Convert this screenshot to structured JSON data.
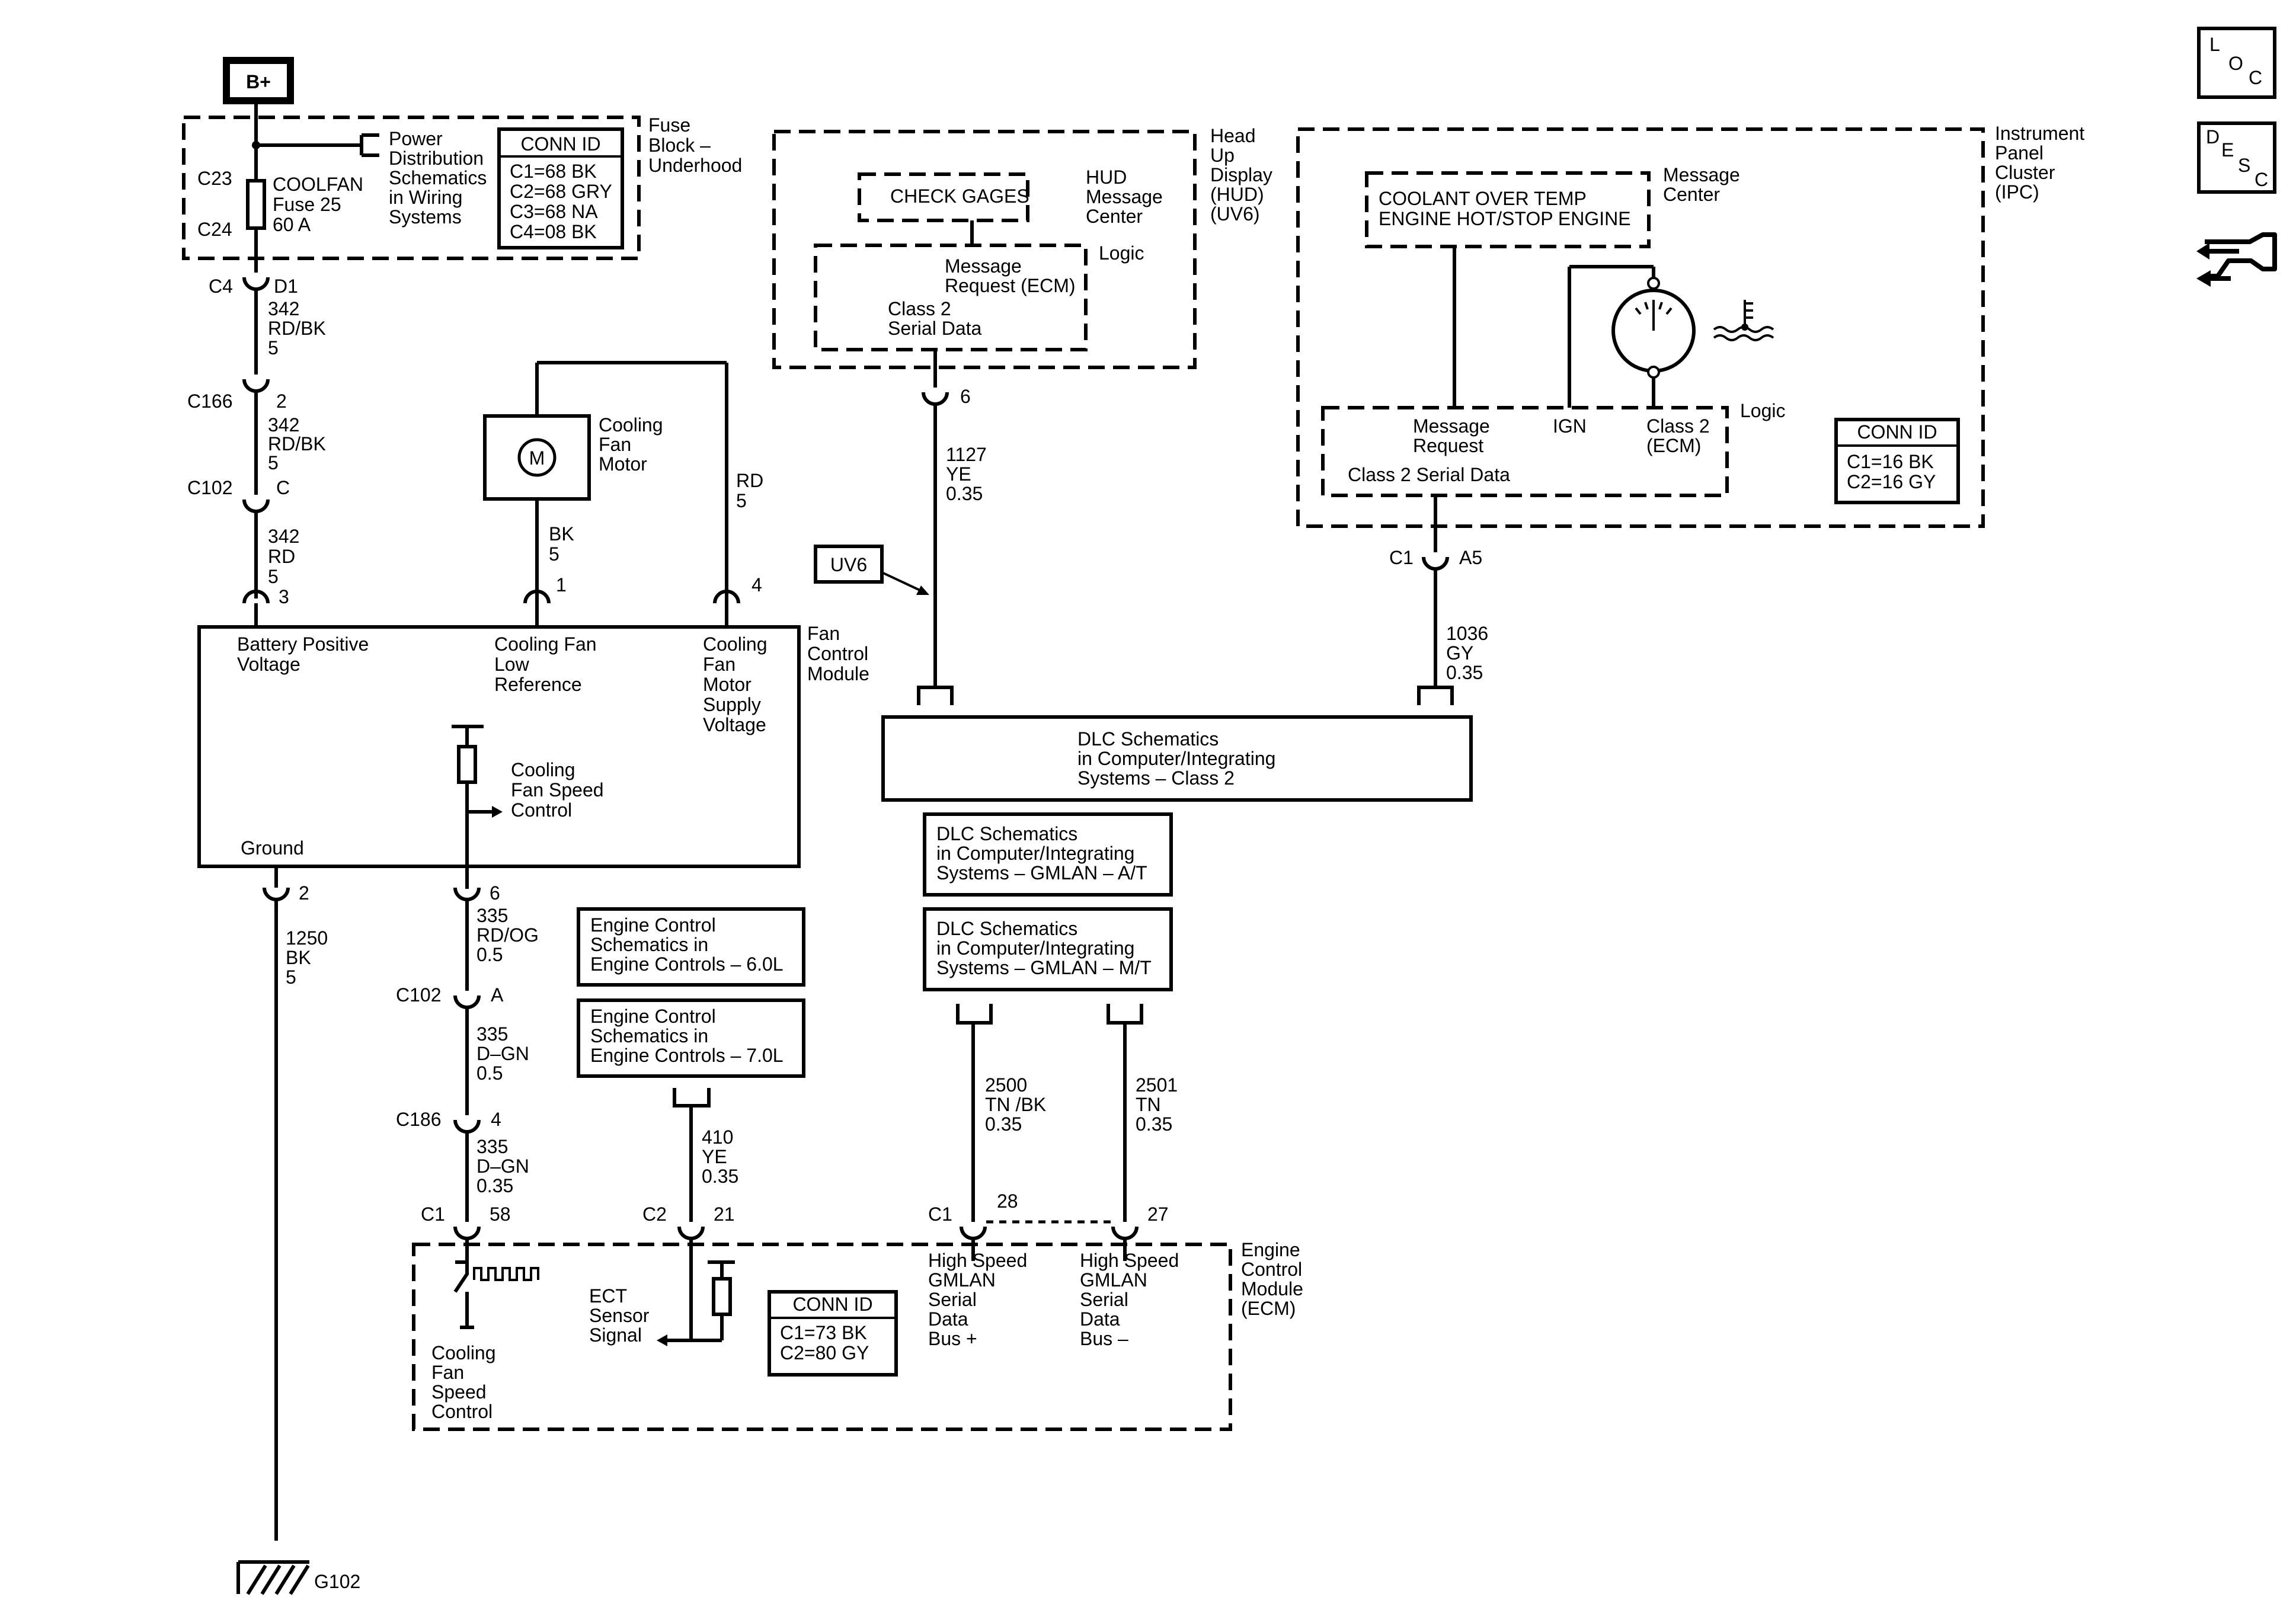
{
  "battery": {
    "label": "B+"
  },
  "fuse_block": {
    "name": [
      "Fuse",
      "Block –",
      "Underhood"
    ],
    "conn_top": "C23",
    "conn_bottom": "C24",
    "fuse": [
      "COOLFAN",
      "Fuse 25",
      "60 A"
    ],
    "power_ref": [
      "Power",
      "Distribution",
      "Schematics",
      "in Wiring",
      "Systems"
    ],
    "conn_id_title": "CONN ID",
    "conn_ids": [
      "C1=68 BK",
      "C2=68 GRY",
      "C3=68 NA",
      "C4=08 BK"
    ]
  },
  "left_chain": {
    "c4": "C4",
    "d1": "D1",
    "wire1": [
      "342",
      "RD/BK",
      "5"
    ],
    "c166": "C166",
    "c166_pin": "2",
    "wire2": [
      "342",
      "RD/BK",
      "5"
    ],
    "c102": "C102",
    "c102_pin": "C",
    "wire3": [
      "342",
      "RD",
      "5"
    ],
    "pin3": "3"
  },
  "motor": {
    "symbol": "M",
    "label": [
      "Cooling",
      "Fan",
      "Motor"
    ],
    "wire_bk": [
      "BK",
      "5"
    ],
    "wire_rd": [
      "RD",
      "5"
    ],
    "pin1": "1",
    "pin4": "4"
  },
  "fan_control_module": {
    "name": [
      "Fan",
      "Control",
      "Module"
    ],
    "batt_label": [
      "Battery Positive",
      "Voltage"
    ],
    "low_ref_label": [
      "Cooling Fan",
      "Low",
      "Reference"
    ],
    "supply_label": [
      "Cooling",
      "Fan",
      "Motor",
      "Supply",
      "Voltage"
    ],
    "speed_label": [
      "Cooling",
      "Fan Speed",
      "Control"
    ],
    "ground_label": "Ground"
  },
  "ground_chain": {
    "pin": "2",
    "wire": [
      "1250",
      "BK",
      "5"
    ],
    "ground_id": "G102"
  },
  "speed_chain": {
    "pin6": "6",
    "wire1": [
      "335",
      "RD/OG",
      "0.5"
    ],
    "c102": "C102",
    "c102_pin": "A",
    "wire2": [
      "335",
      "D–GN",
      "0.5"
    ],
    "c186": "C186",
    "c186_pin": "4",
    "wire3": [
      "335",
      "D–GN",
      "0.35"
    ],
    "c1": "C1",
    "c1_pin": "58"
  },
  "engine_refs": {
    "ref60": [
      "Engine Control",
      "Schematics in",
      "Engine Controls – 6.0L"
    ],
    "ref70": [
      "Engine Control",
      "Schematics in",
      "Engine Controls – 7.0L"
    ],
    "wire": [
      "410",
      "YE",
      "0.35"
    ],
    "c2": "C2",
    "c2_pin": "21"
  },
  "ecm": {
    "name": [
      "Engine",
      "Control",
      "Module",
      "(ECM)"
    ],
    "fan_speed_label": [
      "Cooling",
      "Fan",
      "Speed",
      "Control"
    ],
    "ect_label": [
      "ECT",
      "Sensor",
      "Signal"
    ],
    "conn_id_title": "CONN ID",
    "conn_ids": [
      "C1=73 BK",
      "C2=80 GY"
    ],
    "gmlan_plus": [
      "High Speed",
      "GMLAN",
      "Serial",
      "Data",
      "Bus +"
    ],
    "gmlan_minus": [
      "High Speed",
      "GMLAN",
      "Serial",
      "Data",
      "Bus –"
    ],
    "c1": "C1",
    "pin28": "28",
    "pin27": "27"
  },
  "hud": {
    "name": [
      "Head",
      "Up",
      "Display",
      "(HUD)",
      "(UV6)"
    ],
    "check_gages": "CHECK GAGES",
    "msg_center": [
      "HUD",
      "Message",
      "Center"
    ],
    "logic": "Logic",
    "msg_request": [
      "Message",
      "Request (ECM)"
    ],
    "class2": [
      "Class 2",
      "Serial Data"
    ],
    "pin6": "6",
    "wire": [
      "1127",
      "YE",
      "0.35"
    ],
    "uv6": "UV6"
  },
  "ipc": {
    "name": [
      "Instrument",
      "Panel",
      "Cluster",
      "(IPC)"
    ],
    "msg_text": [
      "COOLANT OVER TEMP",
      "ENGINE HOT/STOP ENGINE"
    ],
    "msg_center": [
      "Message",
      "Center"
    ],
    "logic": "Logic",
    "msg_request": [
      "Message",
      "Request"
    ],
    "ign": "IGN",
    "class2_ecm": [
      "Class 2",
      "(ECM)"
    ],
    "class2_serial": "Class 2 Serial Data",
    "conn_id_title": "CONN ID",
    "conn_ids": [
      "C1=16 BK",
      "C2=16 GY"
    ],
    "c1": "C1",
    "a5": "A5",
    "wire": [
      "1036",
      "GY",
      "0.35"
    ]
  },
  "dlc": {
    "class2": [
      "DLC Schematics",
      "in Computer/Integrating",
      "Systems – Class 2"
    ],
    "gmlan_at": [
      "DLC Schematics",
      "in Computer/Integrating",
      "Systems – GMLAN – A/T"
    ],
    "gmlan_mt": [
      "DLC Schematics",
      "in Computer/Integrating",
      "Systems – GMLAN – M/T"
    ],
    "wire2500": [
      "2500",
      "TN /BK",
      "0.35"
    ],
    "wire2501": [
      "2501",
      "TN",
      "0.35"
    ]
  },
  "side_icons": {
    "loc": [
      "L",
      "O",
      "C"
    ],
    "desc": [
      "D",
      "E",
      "S",
      "C"
    ]
  }
}
